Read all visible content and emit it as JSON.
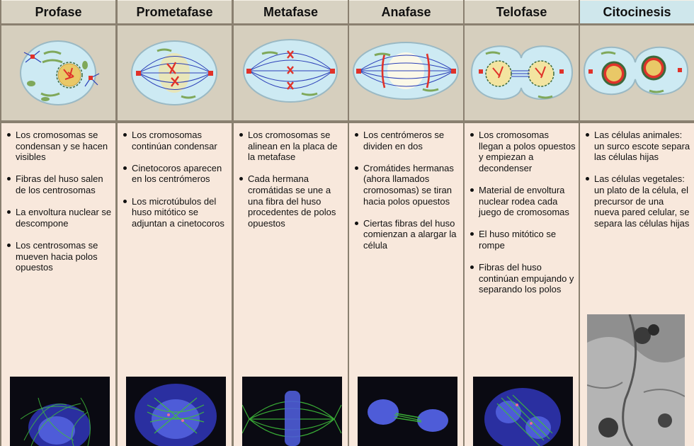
{
  "phases": [
    {
      "title": "Profase",
      "points": [
        "Los cromosomas se condensan y se hacen visibles",
        "Fibras del huso salen de los centrosomas",
        "La envoltura nuclear se descompone",
        "Los centrosomas se mueven hacia polos opuestos"
      ]
    },
    {
      "title": "Prometafase",
      "points": [
        "Los cromosomas continúan condensar",
        "Cinetocoros aparecen en los centrómeros",
        "Los microtúbulos del huso mitótico se adjuntan a cinetocoros"
      ]
    },
    {
      "title": "Metafase",
      "points": [
        "Los cromosomas se alinean en la placa de la metafase",
        "Cada hermana cromátidas se une a una fibra del huso procedentes de polos opuestos"
      ]
    },
    {
      "title": "Anafase",
      "points": [
        "Los centrómeros se dividen en dos",
        "Cromátides hermanas (ahora llamados cromosomas) se tiran hacia polos opuestos",
        "Ciertas fibras del huso comienzan a alargar la célula"
      ]
    },
    {
      "title": "Telofase",
      "points": [
        "Los cromosomas llegan a polos opuestos y empiezan a decondenser",
        "Material de envoltura nuclear rodea cada juego de cromosomas",
        "El huso mitótico se rompe",
        "Fibras del huso continúan empujando y separando los polos"
      ]
    },
    {
      "title": "Citocinesis",
      "points": [
        "Las células animales: un surco escote separa las células hijas",
        "Las células vegetales: un plato de la célula, el precursor de una nueva pared celular, se separa las células hijas"
      ]
    }
  ],
  "colors": {
    "header_bg": "#d8d2c2",
    "header_highlight_bg": "#cfe7ec",
    "illustration_bg": "#d6cfbe",
    "text_bg": "#f8e8dc",
    "cell_fill": "#cdeaf3",
    "spindle_blue": "#2b3fb8",
    "chromosome_red": "#e0322a",
    "organelle_green": "#7fa85a"
  }
}
